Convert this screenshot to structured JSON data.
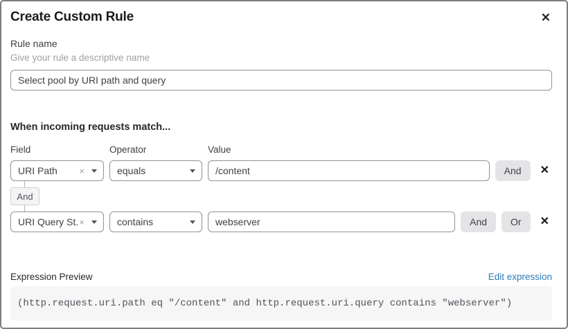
{
  "icons": {
    "close": "✕",
    "clear": "×"
  },
  "modal": {
    "title": "Create Custom Rule"
  },
  "rule_name": {
    "label": "Rule name",
    "help": "Give your rule a descriptive name",
    "value": "Select pool by URI path and query"
  },
  "match": {
    "heading": "When incoming requests match...",
    "columns": {
      "field": "Field",
      "operator": "Operator",
      "value": "Value"
    },
    "rows": [
      {
        "field": "URI Path",
        "operator": "equals",
        "value": "/content",
        "buttons": [
          "And"
        ]
      },
      {
        "connector_label": "And",
        "field": "URI Query St...",
        "operator": "contains",
        "value": "webserver",
        "buttons": [
          "And",
          "Or"
        ]
      }
    ]
  },
  "expression": {
    "label": "Expression Preview",
    "edit_link": "Edit expression",
    "value": "(http.request.uri.path eq \"/content\" and http.request.uri.query contains \"webserver\")"
  },
  "colors": {
    "link_blue": "#2e7cb8",
    "button_gray": "#e4e4e7",
    "code_background": "#f6f6f7",
    "border_gray": "#919196"
  }
}
